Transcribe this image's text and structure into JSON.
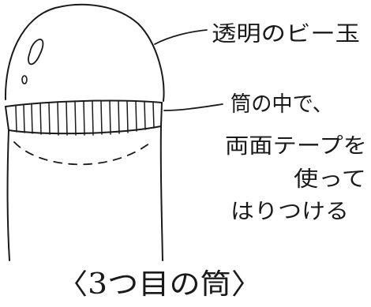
{
  "annotations": {
    "marble": "透明のビー玉",
    "tape_line1": "筒の中で、",
    "tape_line2": "両面テープを",
    "tape_line3": "使って",
    "tape_line4": "はりつける"
  },
  "caption": "〈3つ目の筒〉",
  "colors": {
    "ink": "#1a1a1a",
    "paper": "#ffffff"
  }
}
